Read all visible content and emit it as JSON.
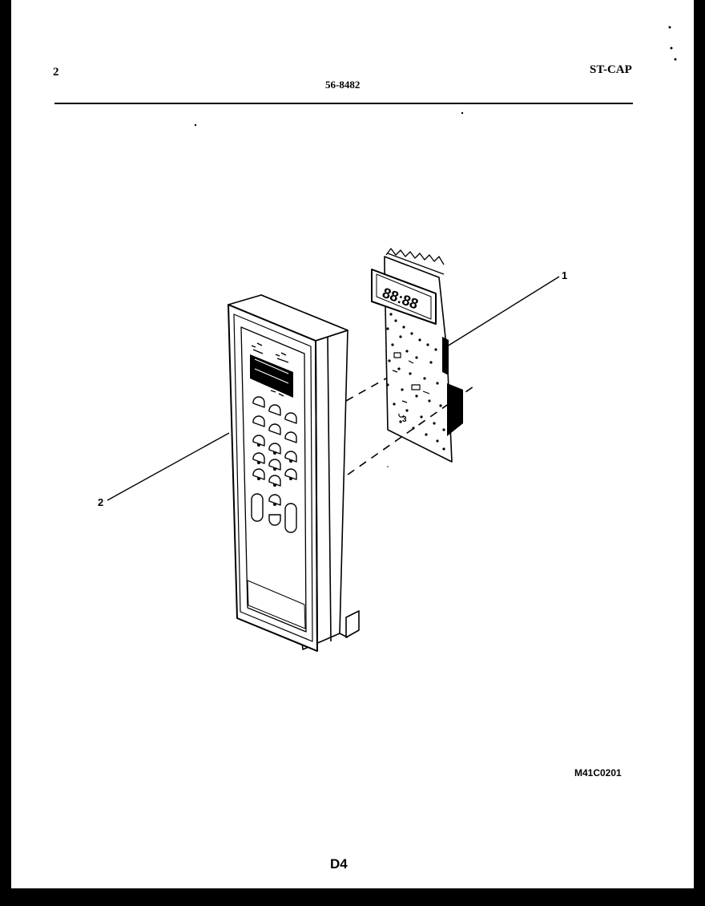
{
  "header": {
    "page_number": "2",
    "model_number": "56-8482",
    "model_code": "ST-CAP"
  },
  "callouts": [
    {
      "number": "1",
      "part": "control-board"
    },
    {
      "number": "2",
      "part": "control-panel-assembly"
    }
  ],
  "board_display": "88:88",
  "footer": {
    "diagram_code": "M41C0201",
    "section_code": "D4"
  },
  "colors": {
    "ink": "#000000",
    "paper": "#ffffff",
    "border": "#000000"
  }
}
